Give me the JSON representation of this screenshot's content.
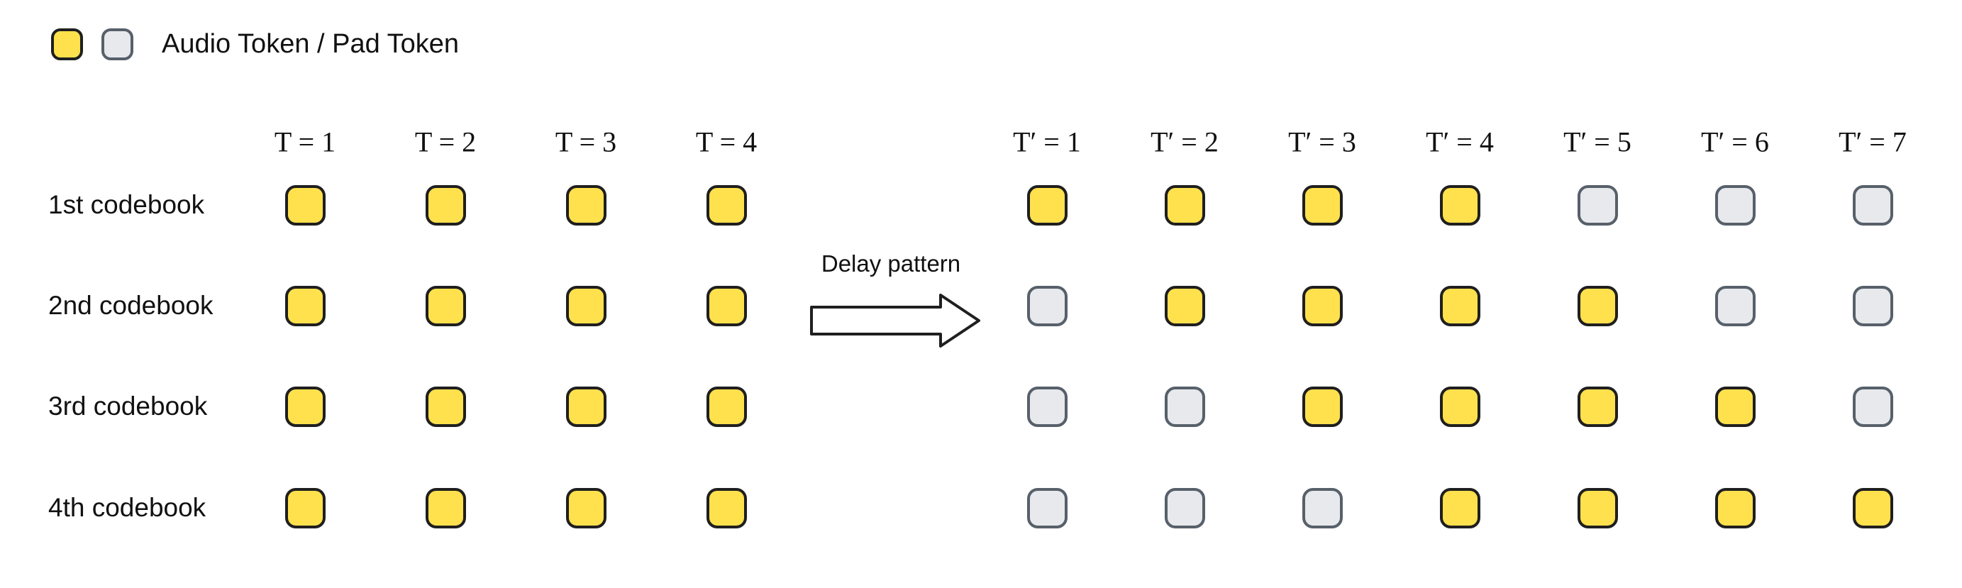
{
  "legend": {
    "label": "Audio Token / Pad Token"
  },
  "arrow": {
    "label": "Delay pattern"
  },
  "left_grid": {
    "headers": [
      "T = 1",
      "T = 2",
      "T = 3",
      "T = 4"
    ],
    "rows": [
      {
        "label": "1st codebook",
        "cells": [
          "audio",
          "audio",
          "audio",
          "audio"
        ]
      },
      {
        "label": "2nd codebook",
        "cells": [
          "audio",
          "audio",
          "audio",
          "audio"
        ]
      },
      {
        "label": "3rd codebook",
        "cells": [
          "audio",
          "audio",
          "audio",
          "audio"
        ]
      },
      {
        "label": "4th codebook",
        "cells": [
          "audio",
          "audio",
          "audio",
          "audio"
        ]
      }
    ]
  },
  "right_grid": {
    "headers": [
      "T′ = 1",
      "T′ = 2",
      "T′ = 3",
      "T′ = 4",
      "T′ = 5",
      "T′ = 6",
      "T′ = 7"
    ],
    "rows": [
      {
        "label": "1st codebook",
        "cells": [
          "audio",
          "audio",
          "audio",
          "audio",
          "pad",
          "pad",
          "pad"
        ]
      },
      {
        "label": "2nd codebook",
        "cells": [
          "pad",
          "audio",
          "audio",
          "audio",
          "audio",
          "pad",
          "pad"
        ]
      },
      {
        "label": "3rd codebook",
        "cells": [
          "pad",
          "pad",
          "audio",
          "audio",
          "audio",
          "audio",
          "pad"
        ]
      },
      {
        "label": "4th codebook",
        "cells": [
          "pad",
          "pad",
          "pad",
          "audio",
          "audio",
          "audio",
          "audio"
        ]
      }
    ]
  },
  "colors": {
    "audio_fill": "#FFE14D",
    "audio_border": "#1F1F1F",
    "pad_fill": "#E7E9EC",
    "pad_border": "#57606A"
  }
}
